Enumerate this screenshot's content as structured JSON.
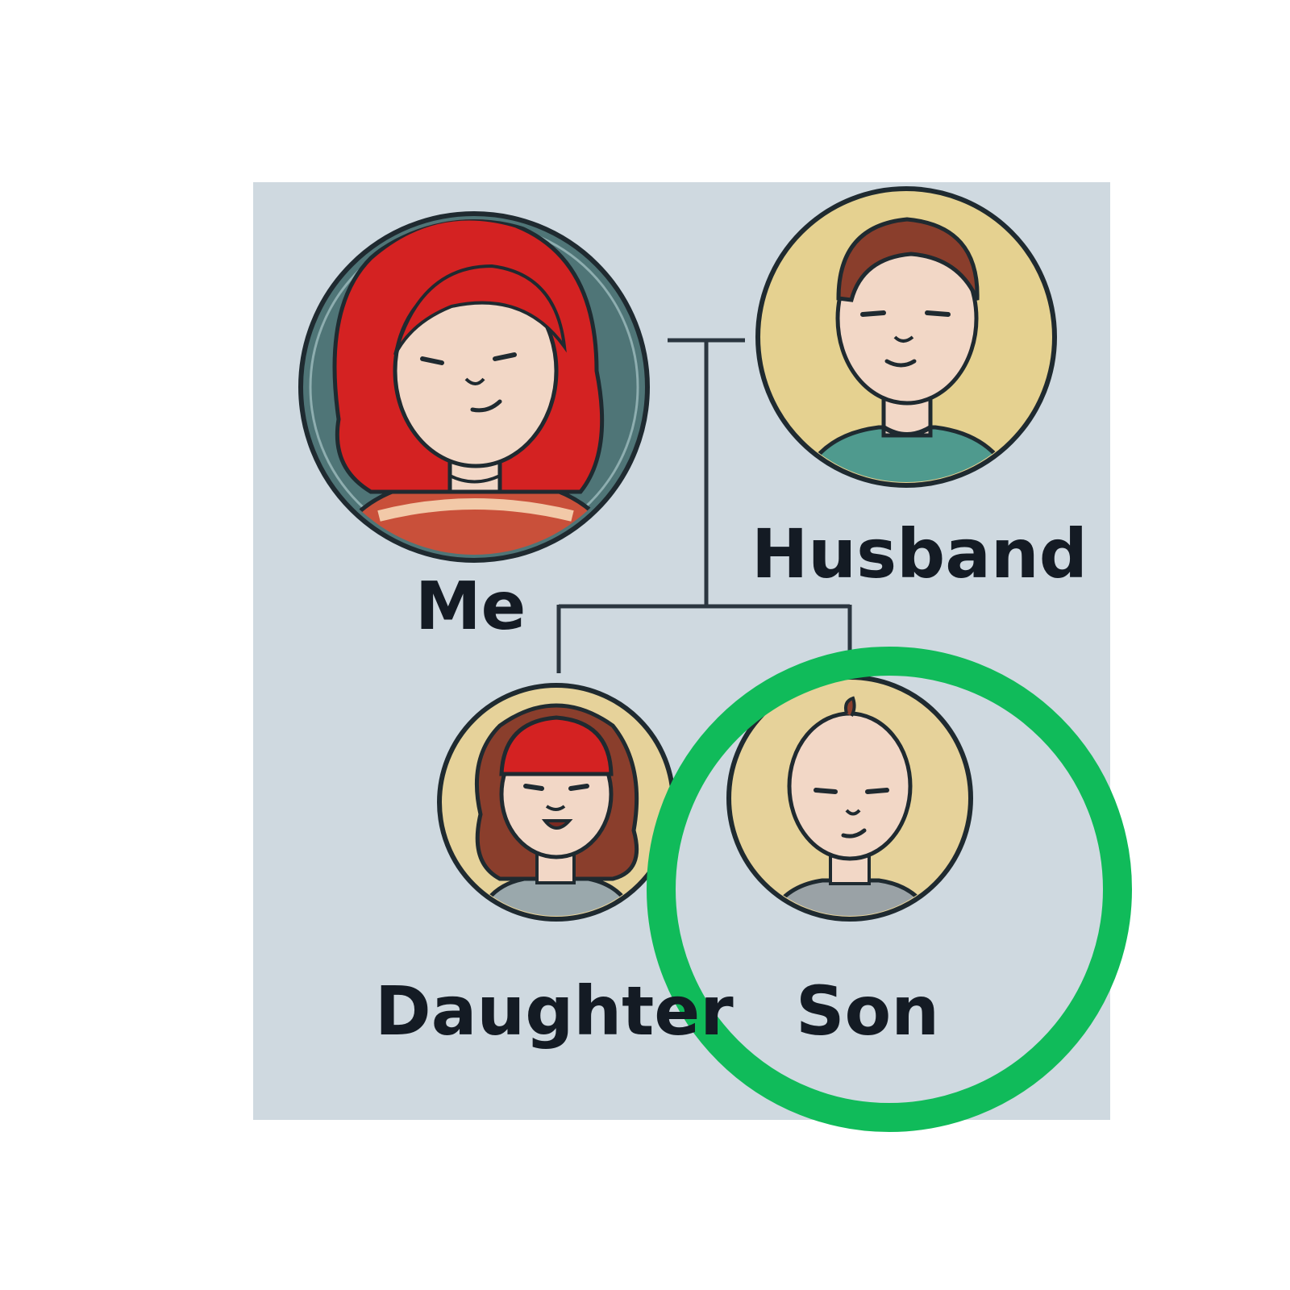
{
  "people": {
    "me": {
      "label": "Me"
    },
    "husband": {
      "label": "Husband"
    },
    "daughter": {
      "label": "Daughter"
    },
    "son": {
      "label": "Son"
    }
  },
  "highlight": {
    "target": "son",
    "color": "#10bb5a"
  },
  "colors": {
    "panel": "#cfd9e0",
    "line": "#2b3640",
    "me_bg": "#4f7577",
    "husband_bg": "#e5d190",
    "child_bg": "#e6d29a",
    "red_hair": "#d42222",
    "brown_hair": "#8a3e2c"
  }
}
